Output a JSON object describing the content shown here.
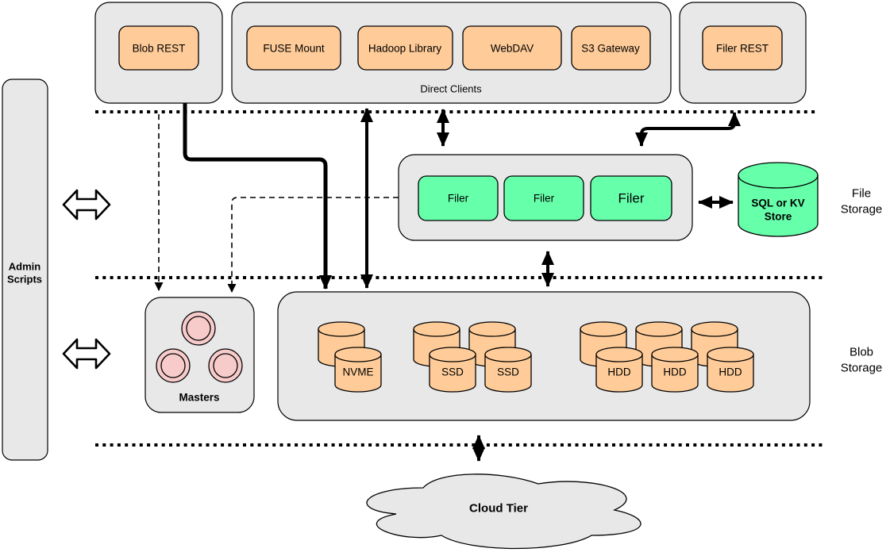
{
  "diagram": {
    "colors": {
      "container": "#e8e8e8",
      "client_box": "#ffcc99",
      "filer_box": "#66ffaa",
      "store_cylinder": "#66ffaa",
      "disk_cylinder": "#ffcc99",
      "master_circle": "#f8cbcb",
      "cloud": "#e8e8e8",
      "line": "#000000"
    },
    "top": {
      "blob_rest_label": "Blob REST",
      "filer_rest_label": "Filer REST",
      "direct_clients": {
        "group_label": "Direct Clients",
        "items": [
          {
            "label": "FUSE Mount"
          },
          {
            "label": "Hadoop Library"
          },
          {
            "label": "WebDAV"
          },
          {
            "label": "S3 Gateway"
          }
        ]
      }
    },
    "file_storage": {
      "section_line1": "File",
      "section_line2": "Storage",
      "filers": [
        {
          "label": "Filer"
        },
        {
          "label": "Filer"
        },
        {
          "label": "Filer"
        }
      ],
      "store_line1": "SQL or KV",
      "store_line2": "Store"
    },
    "blob_storage": {
      "section_line1": "Blob",
      "section_line2": "Storage",
      "masters_label": "Masters",
      "disks": {
        "nvme": "NVME",
        "ssd1": "SSD",
        "ssd2": "SSD",
        "hdd1": "HDD",
        "hdd2": "HDD",
        "hdd3": "HDD"
      }
    },
    "admin": {
      "line1": "Admin",
      "line2": "Scripts"
    },
    "cloud": {
      "label": "Cloud Tier"
    }
  }
}
